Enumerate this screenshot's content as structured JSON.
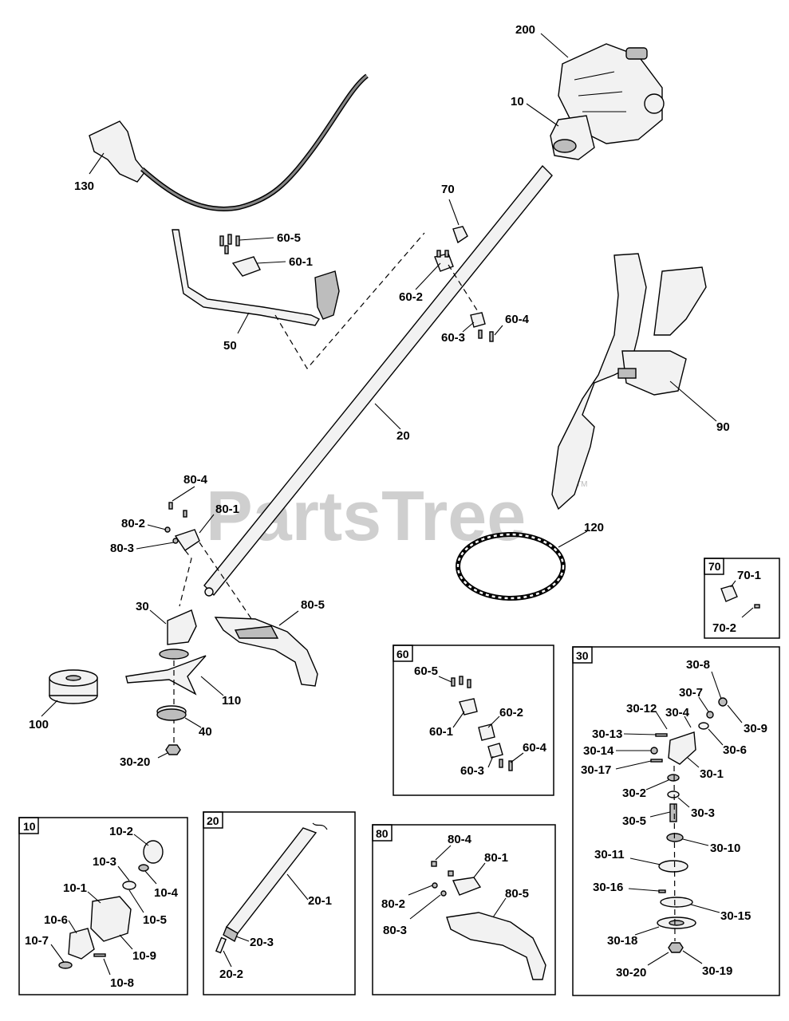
{
  "watermark": "PartsTree",
  "watermark_tm": "TM",
  "labels": {
    "l200": "200",
    "l10": "10",
    "l130": "130",
    "l70": "70",
    "l60_5": "60-5",
    "l60_1": "60-1",
    "l60_2": "60-2",
    "l60_3": "60-3",
    "l60_4": "60-4",
    "l50": "50",
    "l20": "20",
    "l90": "90",
    "l80_4": "80-4",
    "l80_1": "80-1",
    "l80_2": "80-2",
    "l80_3": "80-3",
    "l80_5": "80-5",
    "l120": "120",
    "l30": "30",
    "l110": "110",
    "l100": "100",
    "l40": "40",
    "l30_20": "30-20"
  },
  "box70": {
    "tag": "70",
    "labels": [
      "70-1",
      "70-2"
    ]
  },
  "box60": {
    "tag": "60",
    "labels": [
      "60-5",
      "60-1",
      "60-2",
      "60-4",
      "60-3"
    ]
  },
  "box30": {
    "tag": "30",
    "labels": [
      "30-8",
      "30-7",
      "30-12",
      "30-4",
      "30-9",
      "30-13",
      "30-6",
      "30-14",
      "30-17",
      "30-1",
      "30-2",
      "30-3",
      "30-5",
      "30-10",
      "30-11",
      "30-16",
      "30-15",
      "30-18",
      "30-20",
      "30-19"
    ]
  },
  "box10": {
    "tag": "10",
    "labels": [
      "10-2",
      "10-3",
      "10-4",
      "10-1",
      "10-5",
      "10-6",
      "10-7",
      "10-9",
      "10-8"
    ]
  },
  "box20": {
    "tag": "20",
    "labels": [
      "20-1",
      "20-3",
      "20-2"
    ]
  },
  "box80": {
    "tag": "80",
    "labels": [
      "80-4",
      "80-1",
      "80-2",
      "80-5",
      "80-3"
    ]
  }
}
